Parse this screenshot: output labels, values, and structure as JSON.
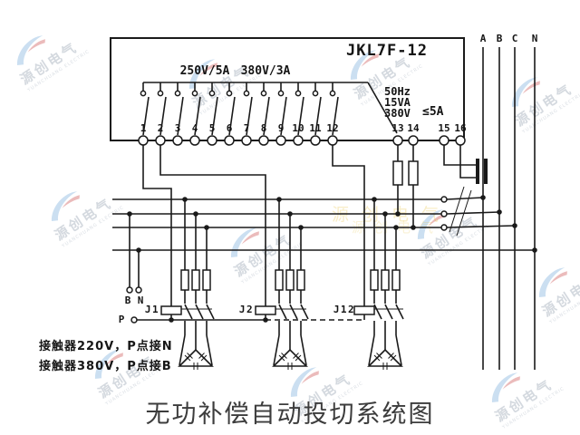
{
  "watermark": {
    "cn": "源创电气",
    "en": "YUANCHUANG ELECTRIC"
  },
  "controller": {
    "model": "JKL7F-12",
    "rating_250": "250V/5A",
    "rating_380": "380V/3A",
    "freq": "50Hz",
    "va": "15VA",
    "volt": "380V",
    "max_current": "≤5A"
  },
  "terminals": {
    "outputs": [
      "1",
      "2",
      "3",
      "4",
      "5",
      "6",
      "7",
      "8",
      "9",
      "10",
      "11",
      "12"
    ],
    "aux": [
      "13",
      "14",
      "15",
      "16"
    ]
  },
  "phases": {
    "a": "A",
    "b": "B",
    "c": "C",
    "n": "N"
  },
  "taps": {
    "b": "B",
    "n": "N",
    "p": "P"
  },
  "contactors": {
    "j1": "J1",
    "j2": "J2",
    "j12": "J12"
  },
  "notes": {
    "line1": "接触器220V，P点接N",
    "line2": "接触器380V，P点接B"
  },
  "title": "无功补偿自动投切系统图",
  "colors": {
    "line": "#1a1a1a",
    "watermark_blue": "#85b4de",
    "watermark_red": "#d06060",
    "watermark_gray": "#9aa6b4"
  }
}
